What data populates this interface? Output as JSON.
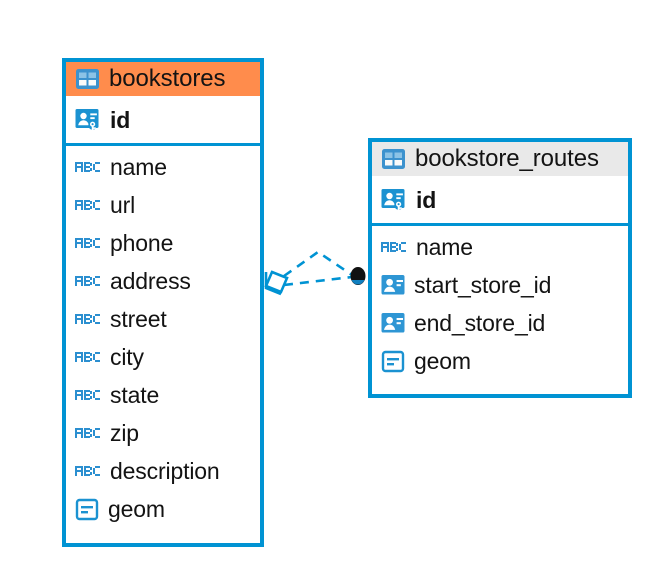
{
  "diagram": {
    "type": "entity-relationship-diagram",
    "background": "#ffffff",
    "accent_color": "#0093D3",
    "selected_header_color": "#FF8C4C",
    "header_color": "#E9E9E9",
    "text_color": "#131313"
  },
  "entities": [
    {
      "name": "bookstores",
      "selected": true,
      "header_icon": "table-icon",
      "primary_keys": [
        {
          "label": "id",
          "icon": "primary-key-icon"
        }
      ],
      "fields": [
        {
          "label": "name",
          "icon": "abc-text-icon"
        },
        {
          "label": "url",
          "icon": "abc-text-icon"
        },
        {
          "label": "phone",
          "icon": "abc-text-icon"
        },
        {
          "label": "address",
          "icon": "abc-text-icon"
        },
        {
          "label": "street",
          "icon": "abc-text-icon"
        },
        {
          "label": "city",
          "icon": "abc-text-icon"
        },
        {
          "label": "state",
          "icon": "abc-text-icon"
        },
        {
          "label": "zip",
          "icon": "abc-text-icon"
        },
        {
          "label": "description",
          "icon": "abc-text-icon"
        },
        {
          "label": "geom",
          "icon": "geometry-icon"
        }
      ]
    },
    {
      "name": "bookstore_routes",
      "selected": false,
      "header_icon": "table-icon",
      "primary_keys": [
        {
          "label": "id",
          "icon": "primary-key-icon"
        }
      ],
      "fields": [
        {
          "label": "name",
          "icon": "abc-text-icon"
        },
        {
          "label": "start_store_id",
          "icon": "foreign-key-icon"
        },
        {
          "label": "end_store_id",
          "icon": "foreign-key-icon"
        },
        {
          "label": "geom",
          "icon": "geometry-icon"
        }
      ]
    }
  ],
  "relationship": {
    "from_entity": "bookstores",
    "to_entity": "bookstore_routes",
    "line_style": "dashed",
    "line_color": "#0093D3",
    "source_marker": "crows-foot-diamond",
    "target_marker": "filled-circle",
    "target_marker_color": "#111111"
  }
}
